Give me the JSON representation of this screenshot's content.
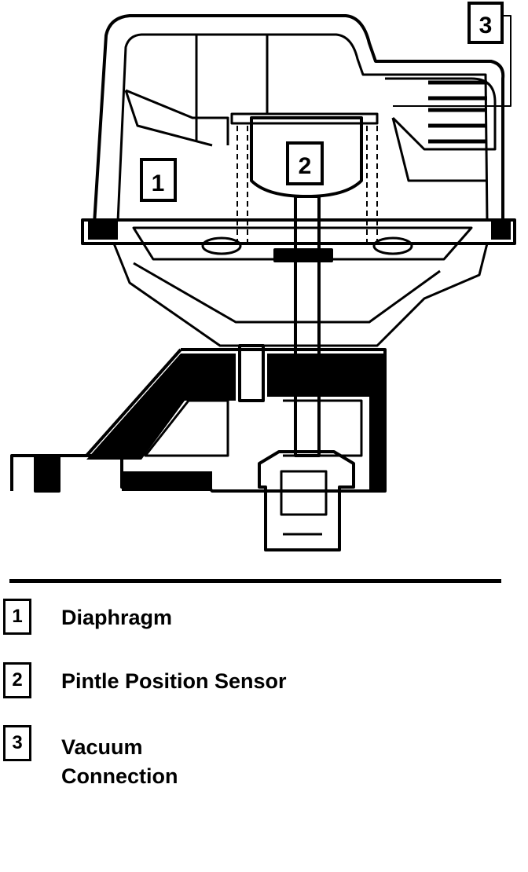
{
  "callouts": [
    {
      "number": "1",
      "label": "Diaphragm"
    },
    {
      "number": "2",
      "label": "Pintle Position Sensor"
    },
    {
      "number": "3",
      "label": "Vacuum\nConnection"
    }
  ]
}
